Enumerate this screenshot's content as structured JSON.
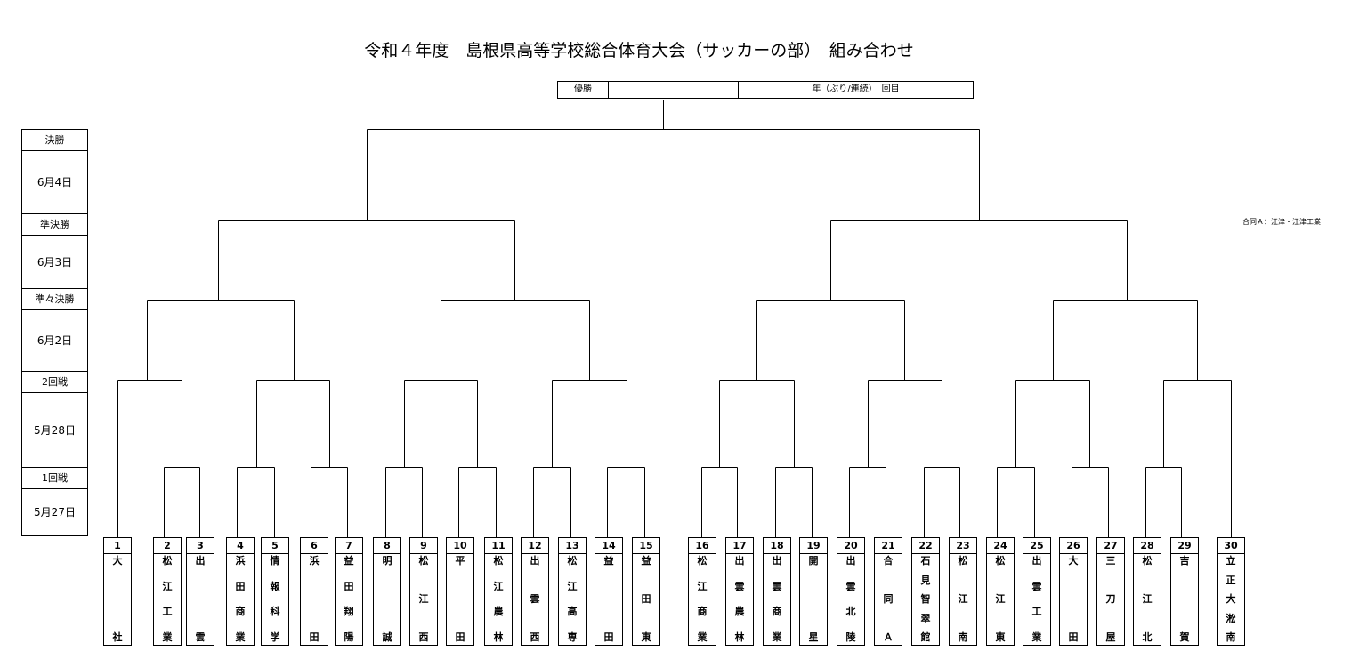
{
  "title": "令和４年度　島根県高等学校総合体育大会（サッカーの部）　組み合わせ",
  "champion": {
    "label": "優勝",
    "winner": "",
    "years_text": "年（ぶり/連続）　回目"
  },
  "schedule": [
    {
      "round": "決勝",
      "date": "6月4日"
    },
    {
      "round": "準決勝",
      "date": "6月3日"
    },
    {
      "round": "準々決勝",
      "date": "6月2日"
    },
    {
      "round": "2回戦",
      "date": "5月28日"
    },
    {
      "round": "1回戦",
      "date": "5月27日"
    }
  ],
  "note": "合同Ａ：江津・江津工業",
  "teams": [
    {
      "num": "1",
      "name": "大社"
    },
    {
      "num": "2",
      "name": "松江工業"
    },
    {
      "num": "3",
      "name": "出雲"
    },
    {
      "num": "4",
      "name": "浜田商業"
    },
    {
      "num": "5",
      "name": "情報科学"
    },
    {
      "num": "6",
      "name": "浜田"
    },
    {
      "num": "7",
      "name": "益田翔陽"
    },
    {
      "num": "8",
      "name": "明誠"
    },
    {
      "num": "9",
      "name": "松江西"
    },
    {
      "num": "10",
      "name": "平田"
    },
    {
      "num": "11",
      "name": "松江農林"
    },
    {
      "num": "12",
      "name": "出雲西"
    },
    {
      "num": "13",
      "name": "松江高専"
    },
    {
      "num": "14",
      "name": "益田"
    },
    {
      "num": "15",
      "name": "益田東"
    },
    {
      "num": "16",
      "name": "松江商業"
    },
    {
      "num": "17",
      "name": "出雲農林"
    },
    {
      "num": "18",
      "name": "出雲商業"
    },
    {
      "num": "19",
      "name": "開星"
    },
    {
      "num": "20",
      "name": "出雲北陵"
    },
    {
      "num": "21",
      "name": "合同Ａ"
    },
    {
      "num": "22",
      "name": "石見智翠館"
    },
    {
      "num": "23",
      "name": "松江南"
    },
    {
      "num": "24",
      "name": "松江東"
    },
    {
      "num": "25",
      "name": "出雲工業"
    },
    {
      "num": "26",
      "name": "大田"
    },
    {
      "num": "27",
      "name": "三刀屋"
    },
    {
      "num": "28",
      "name": "松江北"
    },
    {
      "num": "29",
      "name": "吉賀"
    },
    {
      "num": "30",
      "name": "立正大淞南"
    }
  ]
}
